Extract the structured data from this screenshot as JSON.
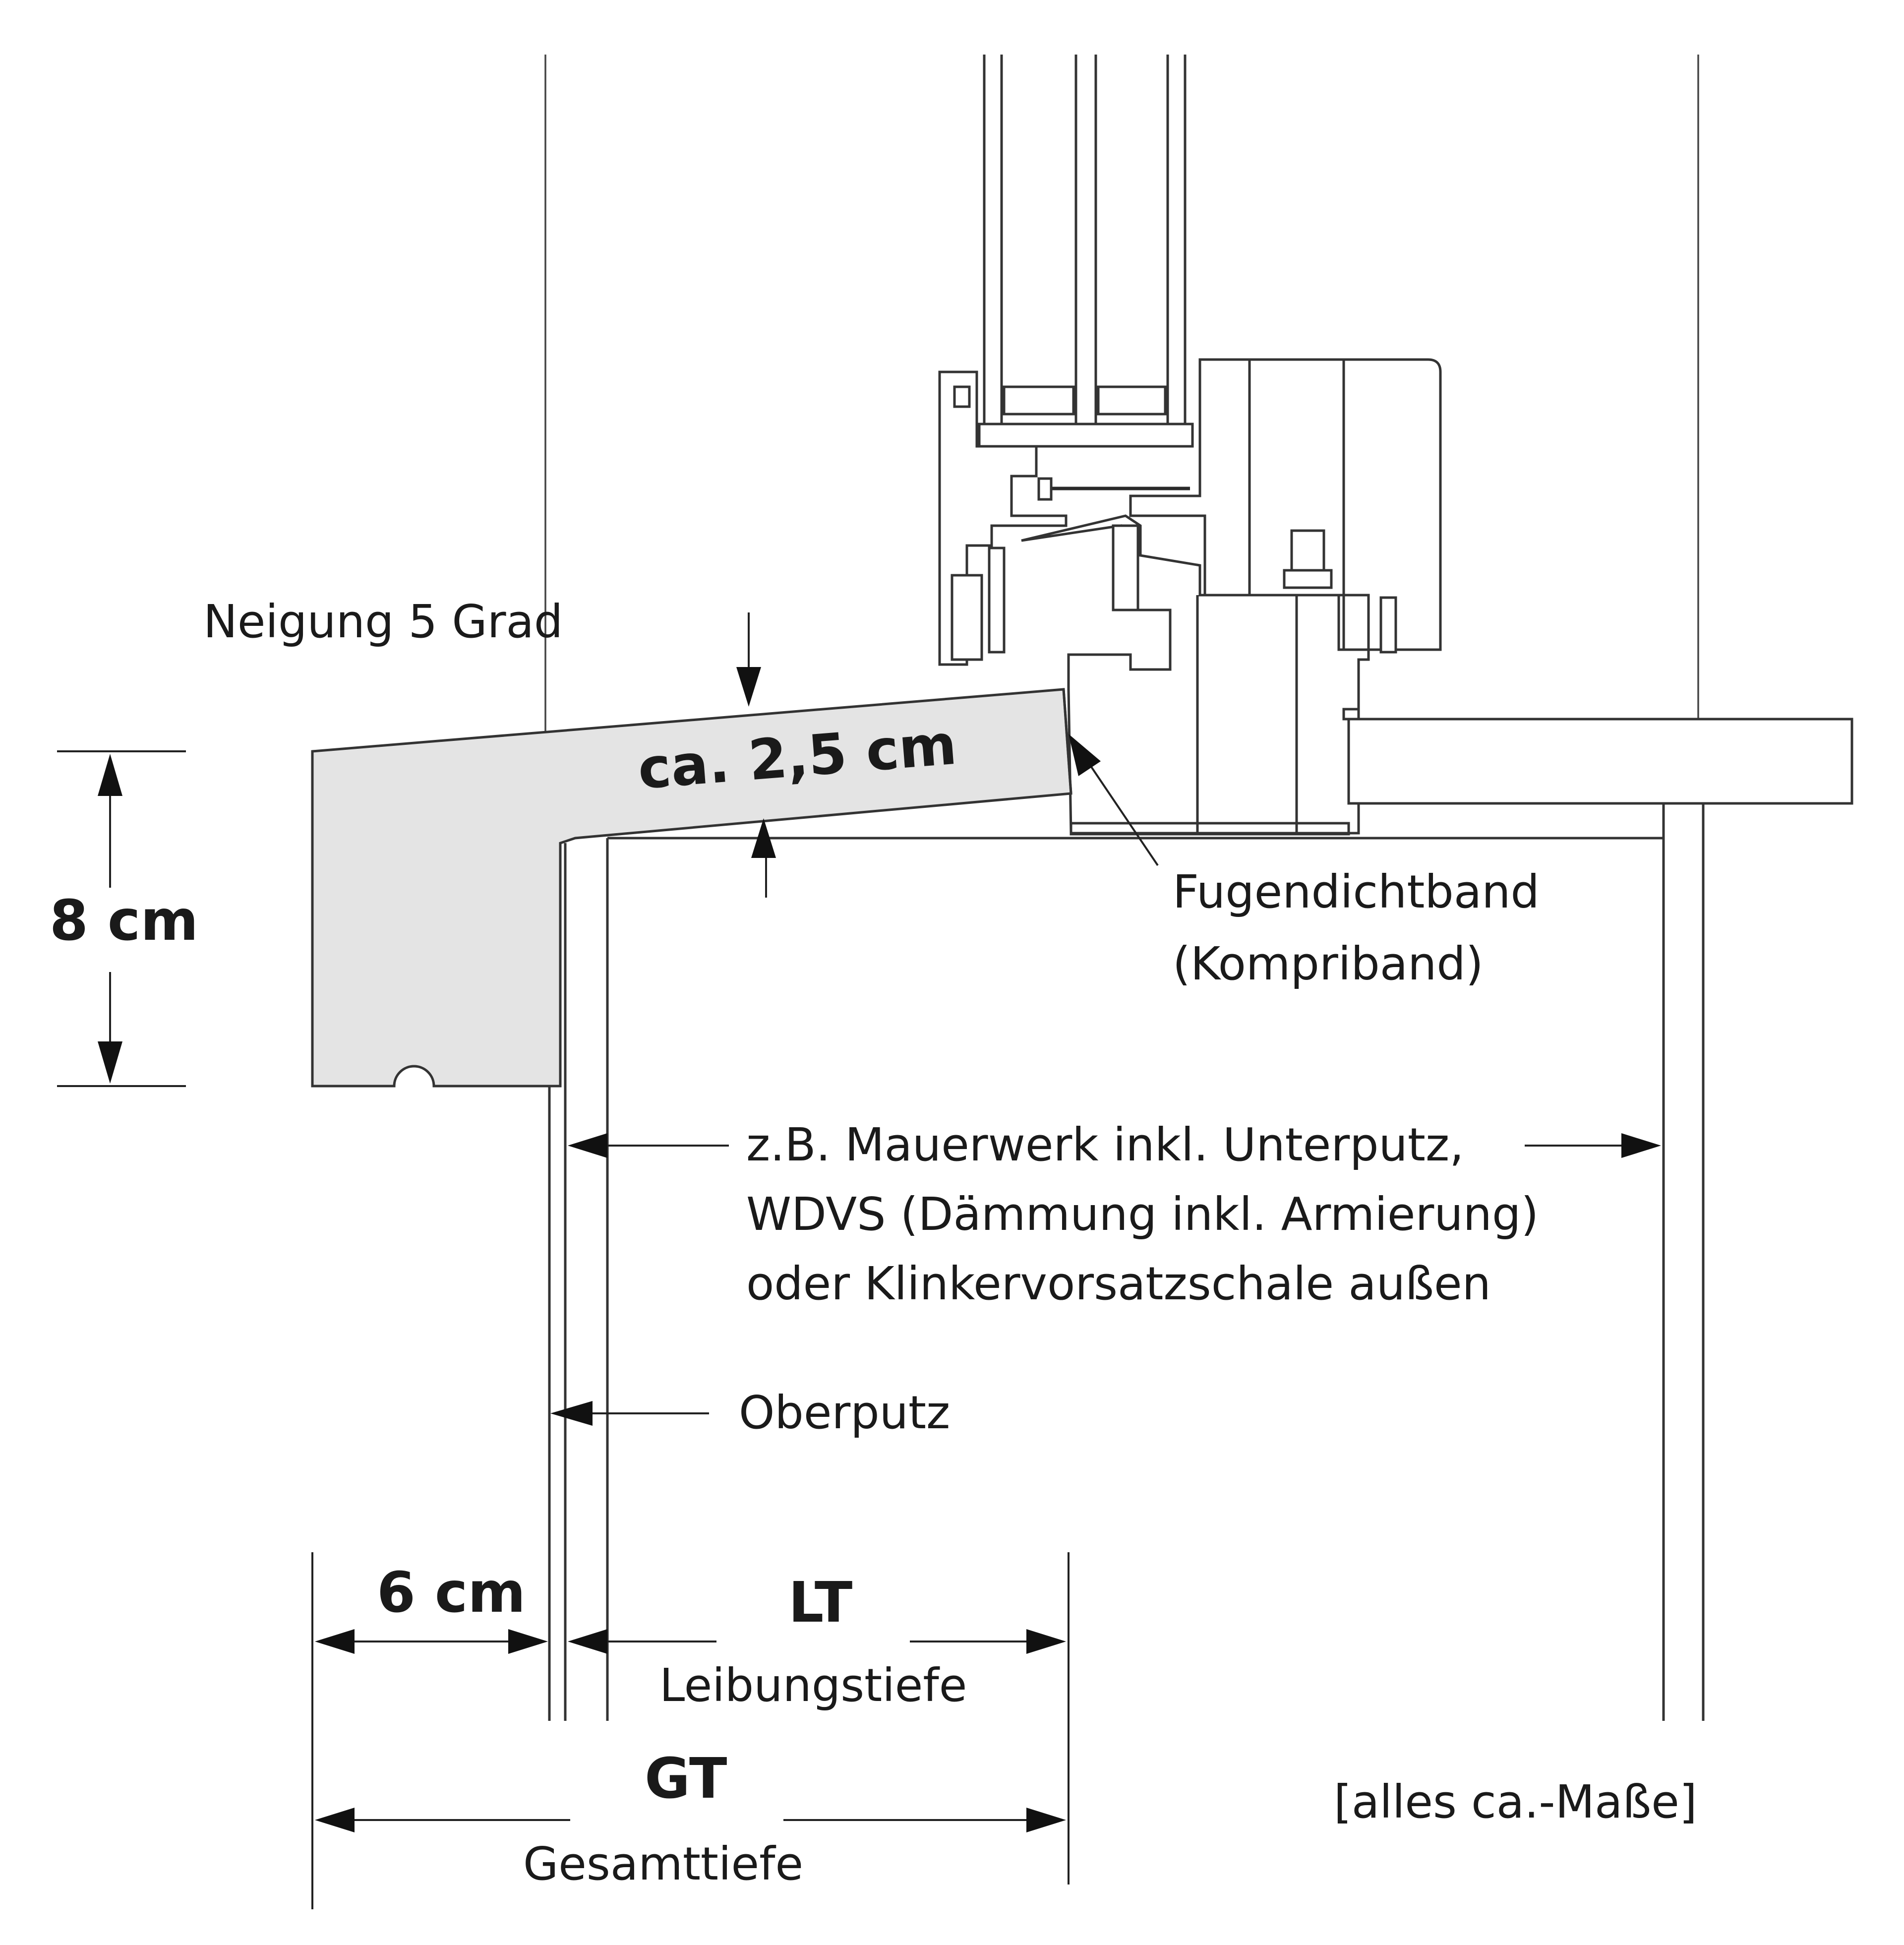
{
  "diagram": {
    "labels": {
      "slope": "Neigung 5 Grad",
      "sill_thickness": "ca. 2,5 cm",
      "sill_height": "8 cm",
      "joint_tape_line1": "Fugendichtband",
      "joint_tape_line2": "(Kompriband)",
      "wall_line1": "z.B. Mauerwerk inkl. Unterputz,",
      "wall_line2": "WDVS (Dämmung inkl. Armierung)",
      "wall_line3": "oder Klinkervorsatzschale außen",
      "top_plaster": "Oberputz",
      "overhang": "6 cm",
      "lt_abbr": "LT",
      "lt_full": "Leibungstiefe",
      "gt_abbr": "GT",
      "gt_full": "Gesamttiefe",
      "note": "[alles ca.-Maße]"
    }
  }
}
